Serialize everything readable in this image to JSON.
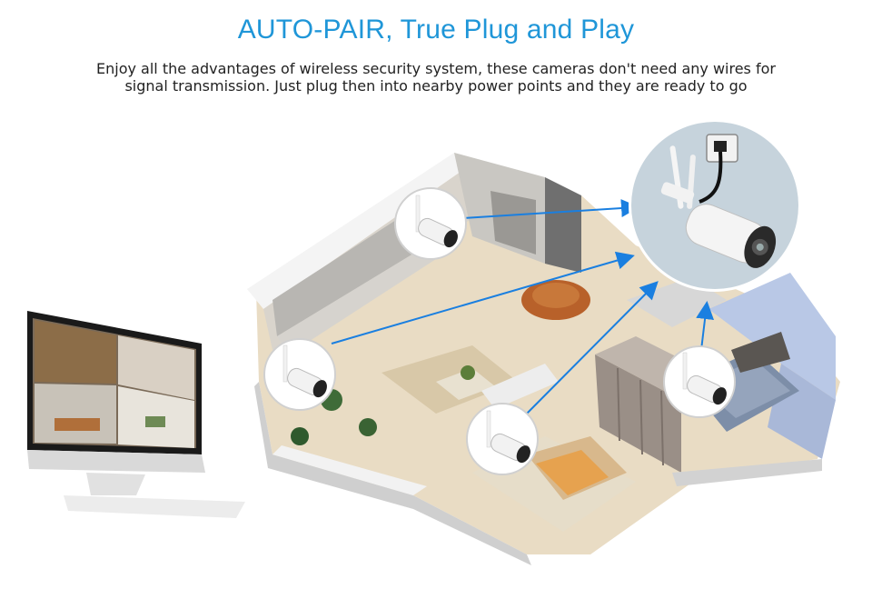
{
  "header": {
    "title": "AUTO-PAIR, True Plug and Play",
    "subtitle_line1": "Enjoy all the advantages of wireless security system, these cameras don't need any wires for",
    "subtitle_line2": "signal transmission. Just plug then into nearby power points and they are ready to go"
  },
  "colors": {
    "title": "#1f96d8",
    "arrow": "#1a7fe0",
    "floor": "#e9dcc4",
    "wall_top": "#f3f3f3",
    "wall_side": "#cfcfcf",
    "bedroom_wall": "#b9c8e6",
    "bubble": "#c6d3dc"
  },
  "illustration": {
    "icons": [
      "monitor-icon",
      "camera-icon",
      "house-floorplan-icon",
      "power-plug-icon"
    ]
  }
}
